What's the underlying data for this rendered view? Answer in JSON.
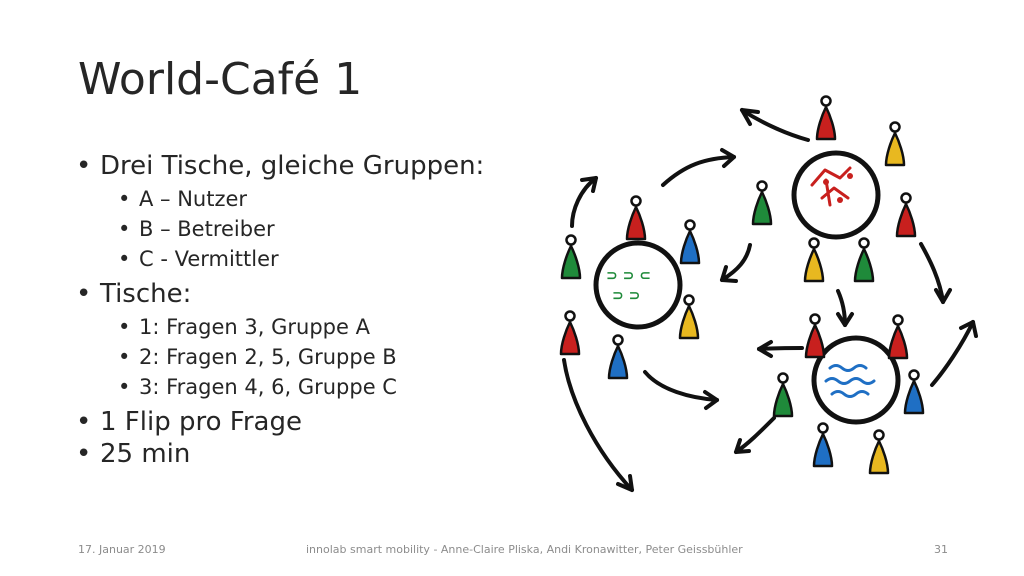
{
  "slide": {
    "title": "World-Café 1",
    "bullets": [
      {
        "text": "Drei Tische, gleiche Gruppen:",
        "sub": [
          "A – Nutzer",
          "B – Betreiber",
          "C - Vermittler"
        ]
      },
      {
        "text": "Tische:",
        "sub": [
          "1: Fragen 3, Gruppe A",
          "2: Fragen 2, 5, Gruppe B",
          "3: Fragen 4, 6, Gruppe C"
        ]
      },
      {
        "text": "1 Flip pro Frage",
        "sub": []
      },
      {
        "text": "25 min",
        "sub": []
      }
    ]
  },
  "footer": {
    "date": "17. Januar 2019",
    "center": "innolab smart mobility - Anne-Claire Pliska, Andi Kronawitter, Peter Geissbühler",
    "page": "31"
  },
  "illustration": {
    "colors": {
      "red": "#c8201e",
      "green": "#1f8a3a",
      "blue": "#1f6fc4",
      "yellow": "#e8b820",
      "ink": "#111111"
    },
    "icons": [
      "world-cafe-tables-drawing",
      "person-icon",
      "arrow-icon"
    ]
  }
}
